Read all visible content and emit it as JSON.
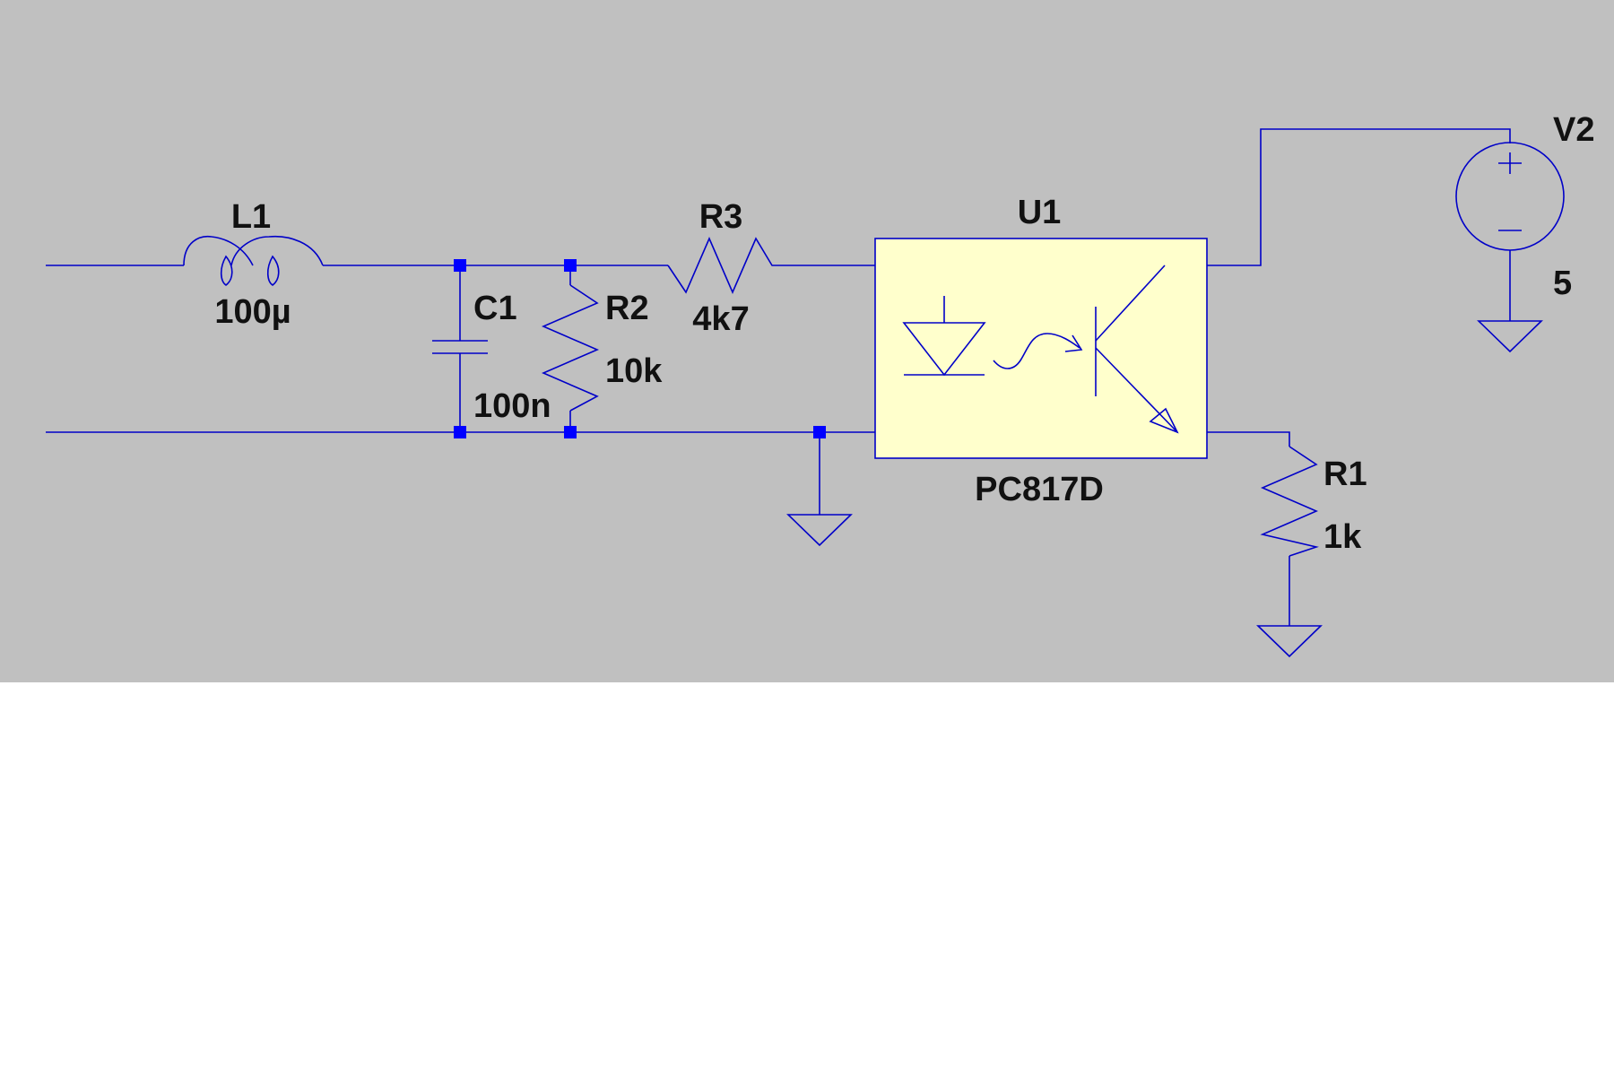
{
  "colors": {
    "canvas_background": "#c0c0c0",
    "page_background": "#ffffff",
    "wire": "#0000c8",
    "junction": "#0000ff",
    "component_fill": "#ffffcc",
    "label": "#111111"
  },
  "components": {
    "L1": {
      "name": "L1",
      "value": "100µ",
      "icon": "inductor-icon"
    },
    "C1": {
      "name": "C1",
      "value": "100n",
      "icon": "capacitor-icon"
    },
    "R2": {
      "name": "R2",
      "value": "10k",
      "icon": "resistor-icon"
    },
    "R3": {
      "name": "R3",
      "value": "4k7",
      "icon": "resistor-icon"
    },
    "U1": {
      "name": "U1",
      "value": "PC817D",
      "icon": "optocoupler-icon"
    },
    "V2": {
      "name": "V2",
      "value": "5",
      "icon": "voltage-source-icon"
    },
    "R1": {
      "name": "R1",
      "value": "1k",
      "icon": "resistor-icon"
    }
  },
  "ground_symbols": [
    "ground-icon",
    "ground-icon",
    "ground-icon"
  ]
}
